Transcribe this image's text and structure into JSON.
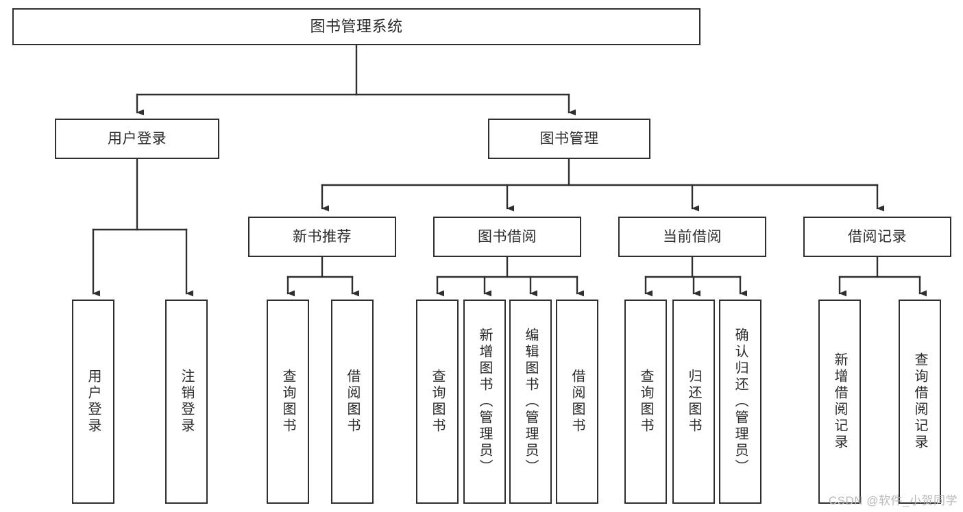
{
  "diagram": {
    "type": "tree",
    "title": "图书管理系统",
    "orientation": "top-down",
    "colors": {
      "box_border": "#2f2f2f",
      "box_fill": "#ffffff",
      "connector": "#2f2f2f",
      "text": "#2b2b2b",
      "watermark": "#b9b9b9",
      "background": "#ffffff"
    },
    "watermark": "CSDN @软件_小贺同学",
    "nodes": {
      "root": {
        "label": "图书管理系统",
        "level": 0,
        "orientation": "horizontal"
      },
      "l1_0": {
        "label": "用户登录",
        "level": 1,
        "orientation": "horizontal"
      },
      "l1_1": {
        "label": "图书管理",
        "level": 1,
        "orientation": "horizontal"
      },
      "l2_0": {
        "label": "新书推荐",
        "level": 2,
        "orientation": "horizontal"
      },
      "l2_1": {
        "label": "图书借阅",
        "level": 2,
        "orientation": "horizontal"
      },
      "l2_2": {
        "label": "当前借阅",
        "level": 2,
        "orientation": "horizontal"
      },
      "l2_3": {
        "label": "借阅记录",
        "level": 2,
        "orientation": "horizontal"
      },
      "leaf_0": {
        "label": "用户登录",
        "level": 3,
        "orientation": "vertical",
        "parent": "用户登录"
      },
      "leaf_1": {
        "label": "注销登录",
        "level": 3,
        "orientation": "vertical",
        "parent": "用户登录"
      },
      "leaf_2": {
        "label": "查询图书",
        "level": 3,
        "orientation": "vertical",
        "parent": "新书推荐"
      },
      "leaf_3": {
        "label": "借阅图书",
        "level": 3,
        "orientation": "vertical",
        "parent": "新书推荐"
      },
      "leaf_4": {
        "label": "查询图书",
        "level": 3,
        "orientation": "vertical",
        "parent": "图书借阅"
      },
      "leaf_5": {
        "label": "新增图书（管理员）",
        "level": 3,
        "orientation": "vertical",
        "parent": "图书借阅"
      },
      "leaf_6": {
        "label": "编辑图书（管理员）",
        "level": 3,
        "orientation": "vertical",
        "parent": "图书借阅"
      },
      "leaf_7": {
        "label": "借阅图书",
        "level": 3,
        "orientation": "vertical",
        "parent": "图书借阅"
      },
      "leaf_8": {
        "label": "查询图书",
        "level": 3,
        "orientation": "vertical",
        "parent": "当前借阅"
      },
      "leaf_9": {
        "label": "归还图书",
        "level": 3,
        "orientation": "vertical",
        "parent": "当前借阅"
      },
      "leaf_10": {
        "label": "确认归还（管理员）",
        "level": 3,
        "orientation": "vertical",
        "parent": "当前借阅"
      },
      "leaf_11": {
        "label": "新增借阅记录",
        "level": 3,
        "orientation": "vertical",
        "parent": "借阅记录"
      },
      "leaf_12": {
        "label": "查询借阅记录",
        "level": 3,
        "orientation": "vertical",
        "parent": "借阅记录"
      }
    },
    "edges": [
      {
        "from": "图书管理系统",
        "to": "用户登录"
      },
      {
        "from": "图书管理系统",
        "to": "图书管理"
      },
      {
        "from": "图书管理",
        "to": "新书推荐"
      },
      {
        "from": "图书管理",
        "to": "图书借阅"
      },
      {
        "from": "图书管理",
        "to": "当前借阅"
      },
      {
        "from": "图书管理",
        "to": "借阅记录"
      },
      {
        "from": "用户登录",
        "to": "用户登录"
      },
      {
        "from": "用户登录",
        "to": "注销登录"
      },
      {
        "from": "新书推荐",
        "to": "查询图书"
      },
      {
        "from": "新书推荐",
        "to": "借阅图书"
      },
      {
        "from": "图书借阅",
        "to": "查询图书"
      },
      {
        "from": "图书借阅",
        "to": "新增图书（管理员）"
      },
      {
        "from": "图书借阅",
        "to": "编辑图书（管理员）"
      },
      {
        "from": "图书借阅",
        "to": "借阅图书"
      },
      {
        "from": "当前借阅",
        "to": "查询图书"
      },
      {
        "from": "当前借阅",
        "to": "归还图书"
      },
      {
        "from": "当前借阅",
        "to": "确认归还（管理员）"
      },
      {
        "from": "借阅记录",
        "to": "新增借阅记录"
      },
      {
        "from": "借阅记录",
        "to": "查询借阅记录"
      }
    ]
  }
}
